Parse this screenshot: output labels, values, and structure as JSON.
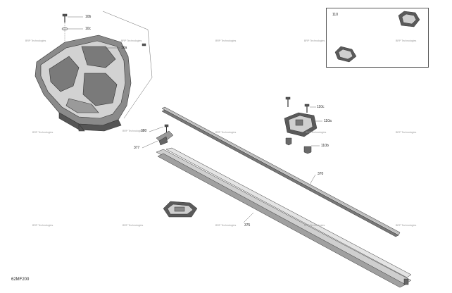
{
  "diagram_code": "62MF200",
  "watermark_text": "BRP Technologies",
  "inset": {
    "label": "110"
  },
  "callouts": {
    "c10b": "10b",
    "c10c": "10c",
    "c10a": "10a",
    "c380": "380",
    "c377": "377",
    "c110c": "110c",
    "c110a": "110a",
    "c110b": "110b",
    "c370": "370",
    "c375": "375"
  },
  "colors": {
    "line": "#333333",
    "fill_dark": "#5a5a5a",
    "fill_mid": "#9a9a9a",
    "fill_light": "#d4d4d4"
  }
}
